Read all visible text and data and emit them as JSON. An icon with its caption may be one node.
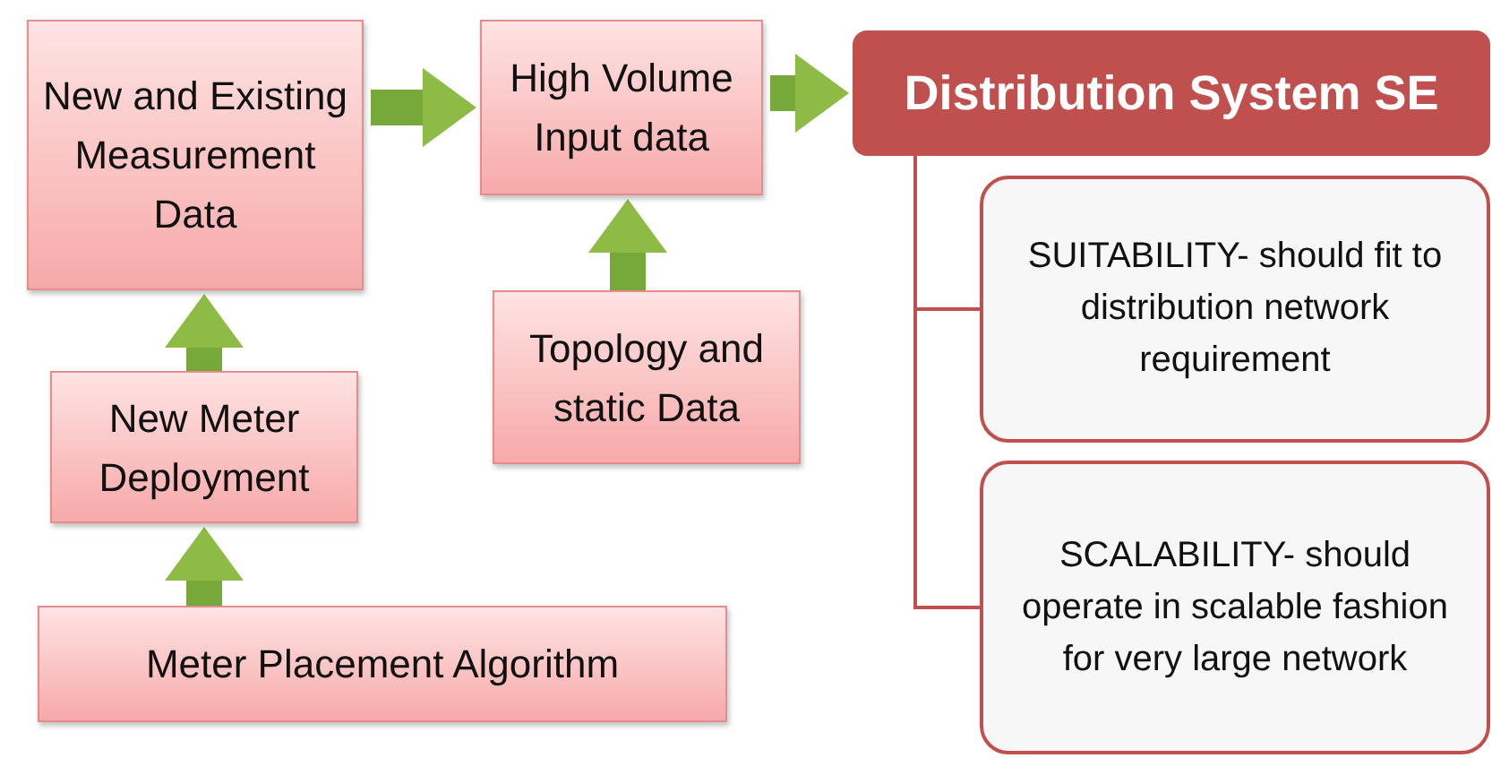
{
  "diagram": {
    "nodes": [
      {
        "text": [
          "New and Existing Measurement Data"
        ]
      },
      {
        "text": [
          "High Volume Input data"
        ]
      },
      {
        "text": [
          "Distribution System SE"
        ]
      },
      {
        "text": [
          "SUITABILITY- should fit to distribution network requirement"
        ]
      },
      {
        "text": [
          "SCALABILITY- should operate in scalable fashion for very large network"
        ]
      },
      {
        "text": [
          "Topology and static Data"
        ]
      },
      {
        "text": [
          "New Meter Deployment"
        ]
      },
      {
        "text": [
          "Meter Placement Algorithm"
        ]
      }
    ],
    "edges": [
      {
        "from": 0,
        "to": 1,
        "arrow": "to"
      },
      {
        "from": 1,
        "to": 2,
        "arrow": "to"
      },
      {
        "from": 5,
        "to": 1,
        "arrow": "to"
      },
      {
        "from": 6,
        "to": 0,
        "arrow": "to"
      },
      {
        "from": 7,
        "to": 6,
        "arrow": "to"
      },
      {
        "from": 2,
        "to": 3,
        "arrow": "none",
        "color": "#c0504d"
      },
      {
        "from": 2,
        "to": 4,
        "arrow": "none",
        "color": "#c0504d"
      }
    ]
  }
}
